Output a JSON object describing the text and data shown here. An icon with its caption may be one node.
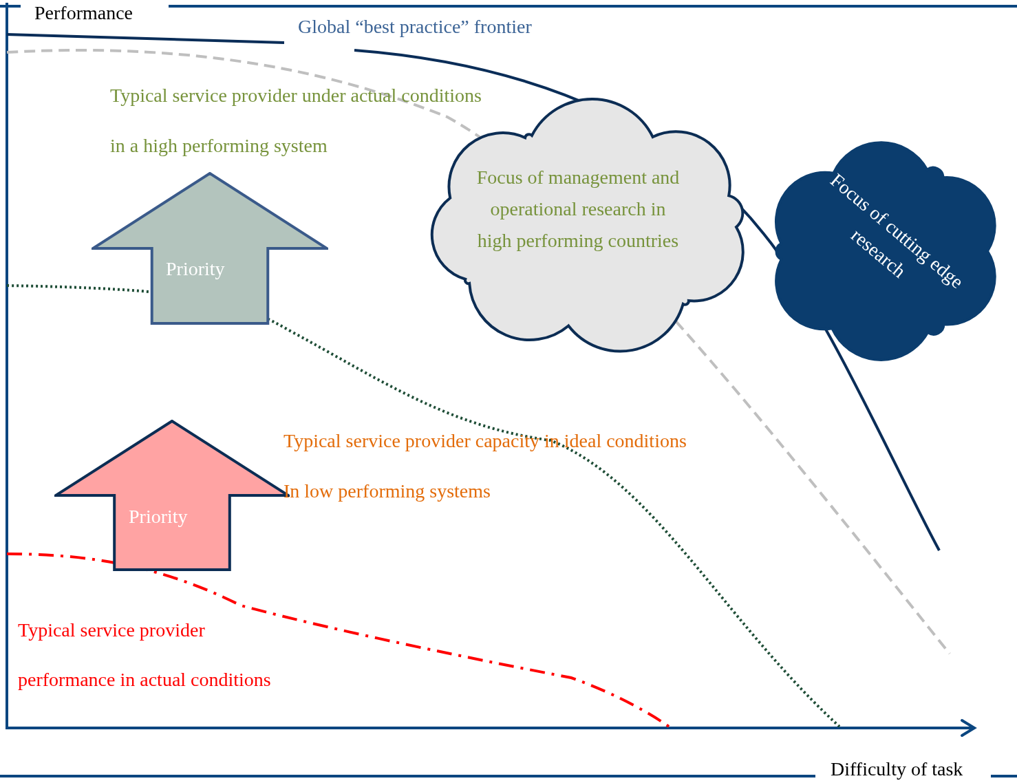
{
  "diagram": {
    "nodes": [
      {
        "text": [
          "Focus of management and operational research in high performing countries"
        ]
      },
      {
        "text": [
          "Focus of cutting edge research"
        ]
      },
      {
        "text": [
          "Priority"
        ]
      },
      {
        "text": [
          "Priority"
        ]
      }
    ],
    "labels": [
      "Performance",
      "Global “best practice” frontier",
      "Typical service provider under actual conditions",
      "in a high performing system",
      "Typical service provider capacity in ideal conditions",
      "In low performing systems",
      "Typical service provider",
      "performance in actual conditions",
      "Difficulty of task"
    ]
  }
}
